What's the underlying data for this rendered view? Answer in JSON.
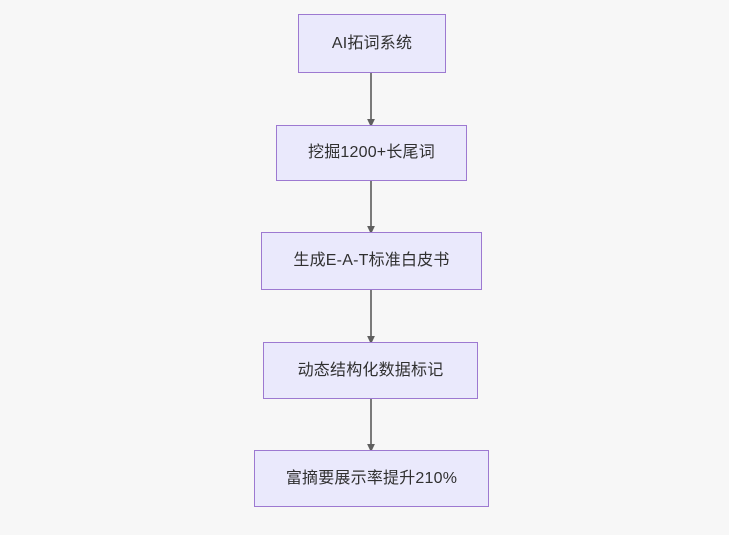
{
  "diagram": {
    "type": "flowchart",
    "direction": "top-to-bottom",
    "background_color": "#f7f7f7",
    "node_fill_color": "#eae9fc",
    "node_border_color": "#9d79d1",
    "node_text_color": "#303030",
    "edge_color": "#7a7a7a",
    "nodes": [
      {
        "id": "n0",
        "label": "AI拓词系统"
      },
      {
        "id": "n1",
        "label": "挖掘1200+长尾词"
      },
      {
        "id": "n2",
        "label": "生成E-A-T标准白皮书"
      },
      {
        "id": "n3",
        "label": "动态结构化数据标记"
      },
      {
        "id": "n4",
        "label": "富摘要展示率提升210%"
      }
    ],
    "edges": [
      {
        "from": "n0",
        "to": "n1",
        "label": ""
      },
      {
        "from": "n1",
        "to": "n2",
        "label": ""
      },
      {
        "from": "n2",
        "to": "n3",
        "label": ""
      },
      {
        "from": "n3",
        "to": "n4",
        "label": ""
      }
    ]
  }
}
